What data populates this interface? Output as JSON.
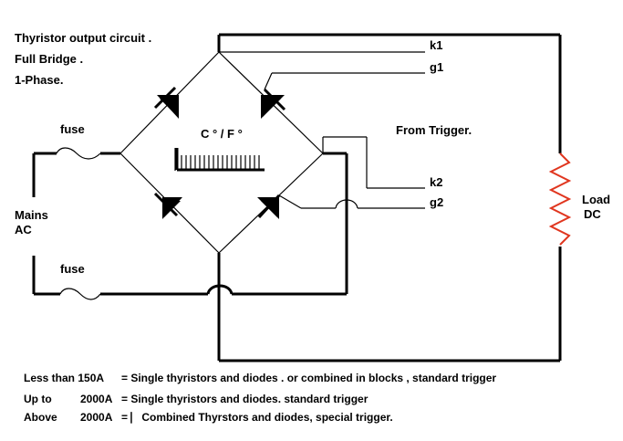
{
  "titles": {
    "line1": "Thyristor output circuit  .",
    "line2": "Full Bridge  .",
    "line3": "1-Phase."
  },
  "labels": {
    "fuse_top": "fuse",
    "fuse_bottom": "fuse",
    "mains_line1": "Mains",
    "mains_line2": "AC",
    "heatsink": "C ° / F °",
    "from_trigger": "From Trigger.",
    "k1": "k1",
    "g1": "g1",
    "k2": "k2",
    "g2": "g2",
    "load_line1": "Load",
    "load_line2": "DC"
  },
  "notes": {
    "row1_prefix": "Less than 150A",
    "row1_text": "=  Single thyristors and diodes .   or  combined in blocks   , standard trigger",
    "row2_prefix": "Up to",
    "row2_amp": "2000A",
    "row2_text": "=  Single thyristors and diodes.  standard trigger",
    "row3_prefix": "Above",
    "row3_amp": "2000A",
    "row3_text": "= ⎸Combined Thyrstors and diodes, special  trigger."
  },
  "colors": {
    "wire": "#000000",
    "load_resistor": "#e0351e"
  }
}
